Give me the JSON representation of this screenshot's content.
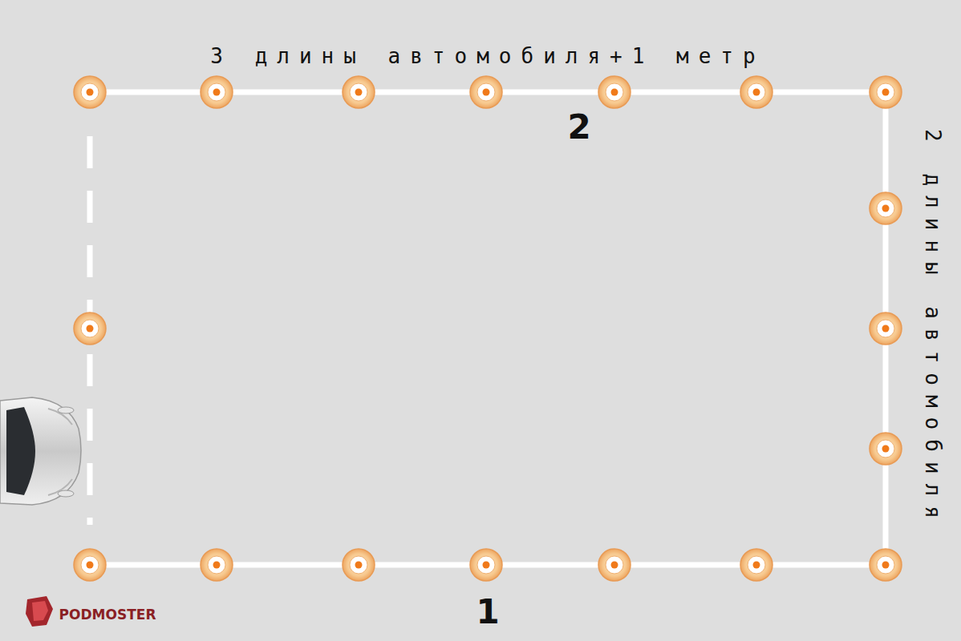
{
  "diagram": {
    "labels": [
      "3 длины автомобиля+1 метр",
      "2 длины автомобиля",
      "2",
      "1",
      "PODMOSTER"
    ]
  }
}
